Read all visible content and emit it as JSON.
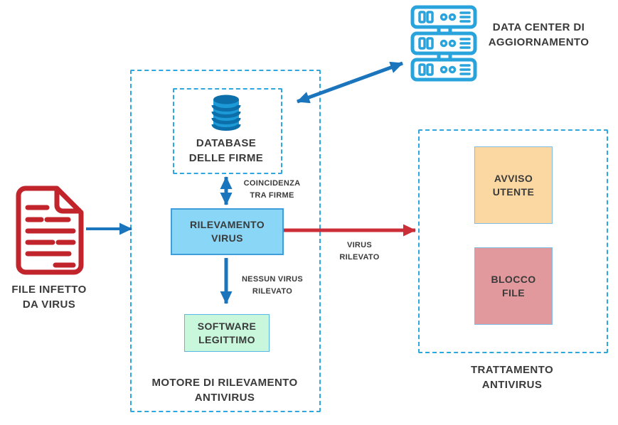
{
  "title": "Antivirus detection engine flow diagram",
  "groups": {
    "engine": {
      "label": "MOTORE DI RILEVAMENTO\nANTIVIRUS"
    },
    "treatment": {
      "label": "TRATTAMENTO\nANTIVIRUS"
    }
  },
  "nodes": {
    "data_center": {
      "label": "DATA CENTER DI\nAGGIORNAMENTO",
      "icon": "server-rack-icon"
    },
    "infected_file": {
      "label": "FILE INFETTO\nDA VIRUS",
      "icon": "infected-document-icon"
    },
    "signature_db": {
      "label": "DATABASE\nDELLE FIRME",
      "icon": "database-cylinder-icon"
    },
    "virus_detection": {
      "label": "RILEVAMENTO\nVIRUS",
      "fill": "#8ad6f7"
    },
    "legit_software": {
      "label": "SOFTWARE\nLEGITTIMO",
      "fill": "#c8f7dc"
    },
    "user_warning": {
      "label": "AVVISO\nUTENTE",
      "fill": "#fbd8a2"
    },
    "file_block": {
      "label": "BLOCCO\nFILE",
      "fill": "#e2999d"
    }
  },
  "edges": {
    "signature_match": {
      "label": "COINCIDENZA\nTRA FIRME",
      "direction": "bidirectional",
      "color": "#1b75bc"
    },
    "no_virus": {
      "label": "NESSUN VIRUS\nRILEVATO",
      "direction": "down",
      "color": "#1b75bc"
    },
    "virus_found": {
      "label": "VIRUS\nRILEVATO",
      "direction": "right",
      "color": "#cb2e38"
    },
    "file_input": {
      "label": "",
      "direction": "right",
      "color": "#1b75bc"
    },
    "db_update": {
      "label": "",
      "direction": "bidirectional",
      "color": "#1b75bc"
    }
  },
  "colors": {
    "dash_border": "#2ea7e0",
    "arrow_blue": "#1b75bc",
    "arrow_red": "#cb2e38",
    "file_icon_red": "#c2242c",
    "server_icon_blue": "#29a3dc",
    "db_icon_blue": "#1b9ad7",
    "db_icon_blue_dark": "#0d6fa9",
    "text": "#3a3a3a"
  }
}
